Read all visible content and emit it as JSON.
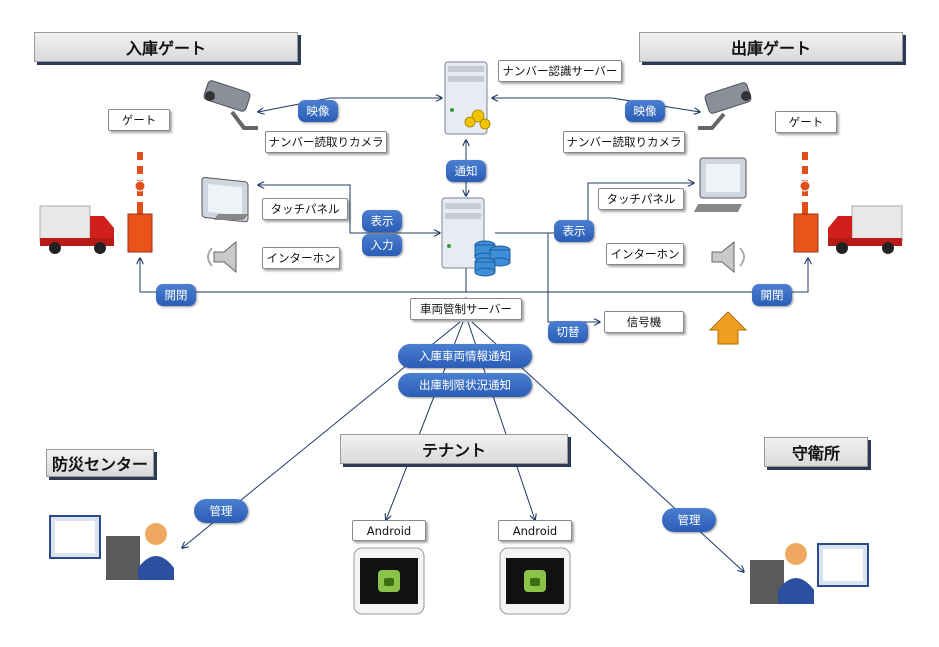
{
  "headers": {
    "entry_gate": "入庫ゲート",
    "exit_gate": "出庫ゲート",
    "disaster_center": "防災センター",
    "tenant": "テナント",
    "guard_room": "守衛所"
  },
  "labels": {
    "number_server": "ナンバー認識サーバー",
    "camera_left": "ナンバー読取りカメラ",
    "camera_right": "ナンバー読取りカメラ",
    "gate_left": "ゲート",
    "gate_right": "ゲート",
    "touch_panel_left": "タッチパネル",
    "touch_panel_right": "タッチパネル",
    "intercom_left": "インターホン",
    "intercom_right": "インターホン",
    "vehicle_server": "車両管制サーバー",
    "signal": "信号機",
    "android_1": "Android",
    "android_2": "Android"
  },
  "pills": {
    "video_left": "映像",
    "video_right": "映像",
    "notify": "通知",
    "display_left": "表示",
    "input_left": "入力",
    "display_right": "表示",
    "open_left": "開閉",
    "open_right": "開閉",
    "switch": "切替",
    "entry_info": "入庫車両情報通知",
    "exit_status": "出庫制限状況通知",
    "manage_left": "管理",
    "manage_right": "管理"
  },
  "colors": {
    "line": "#1f3864",
    "pill": "#2e62b8",
    "header_shadow": "#2b3a55",
    "truck_red": "#d0201c",
    "gate_orange": "#e8541a",
    "signal_arrow": "#f0a020",
    "android_green": "#8bc34a"
  }
}
